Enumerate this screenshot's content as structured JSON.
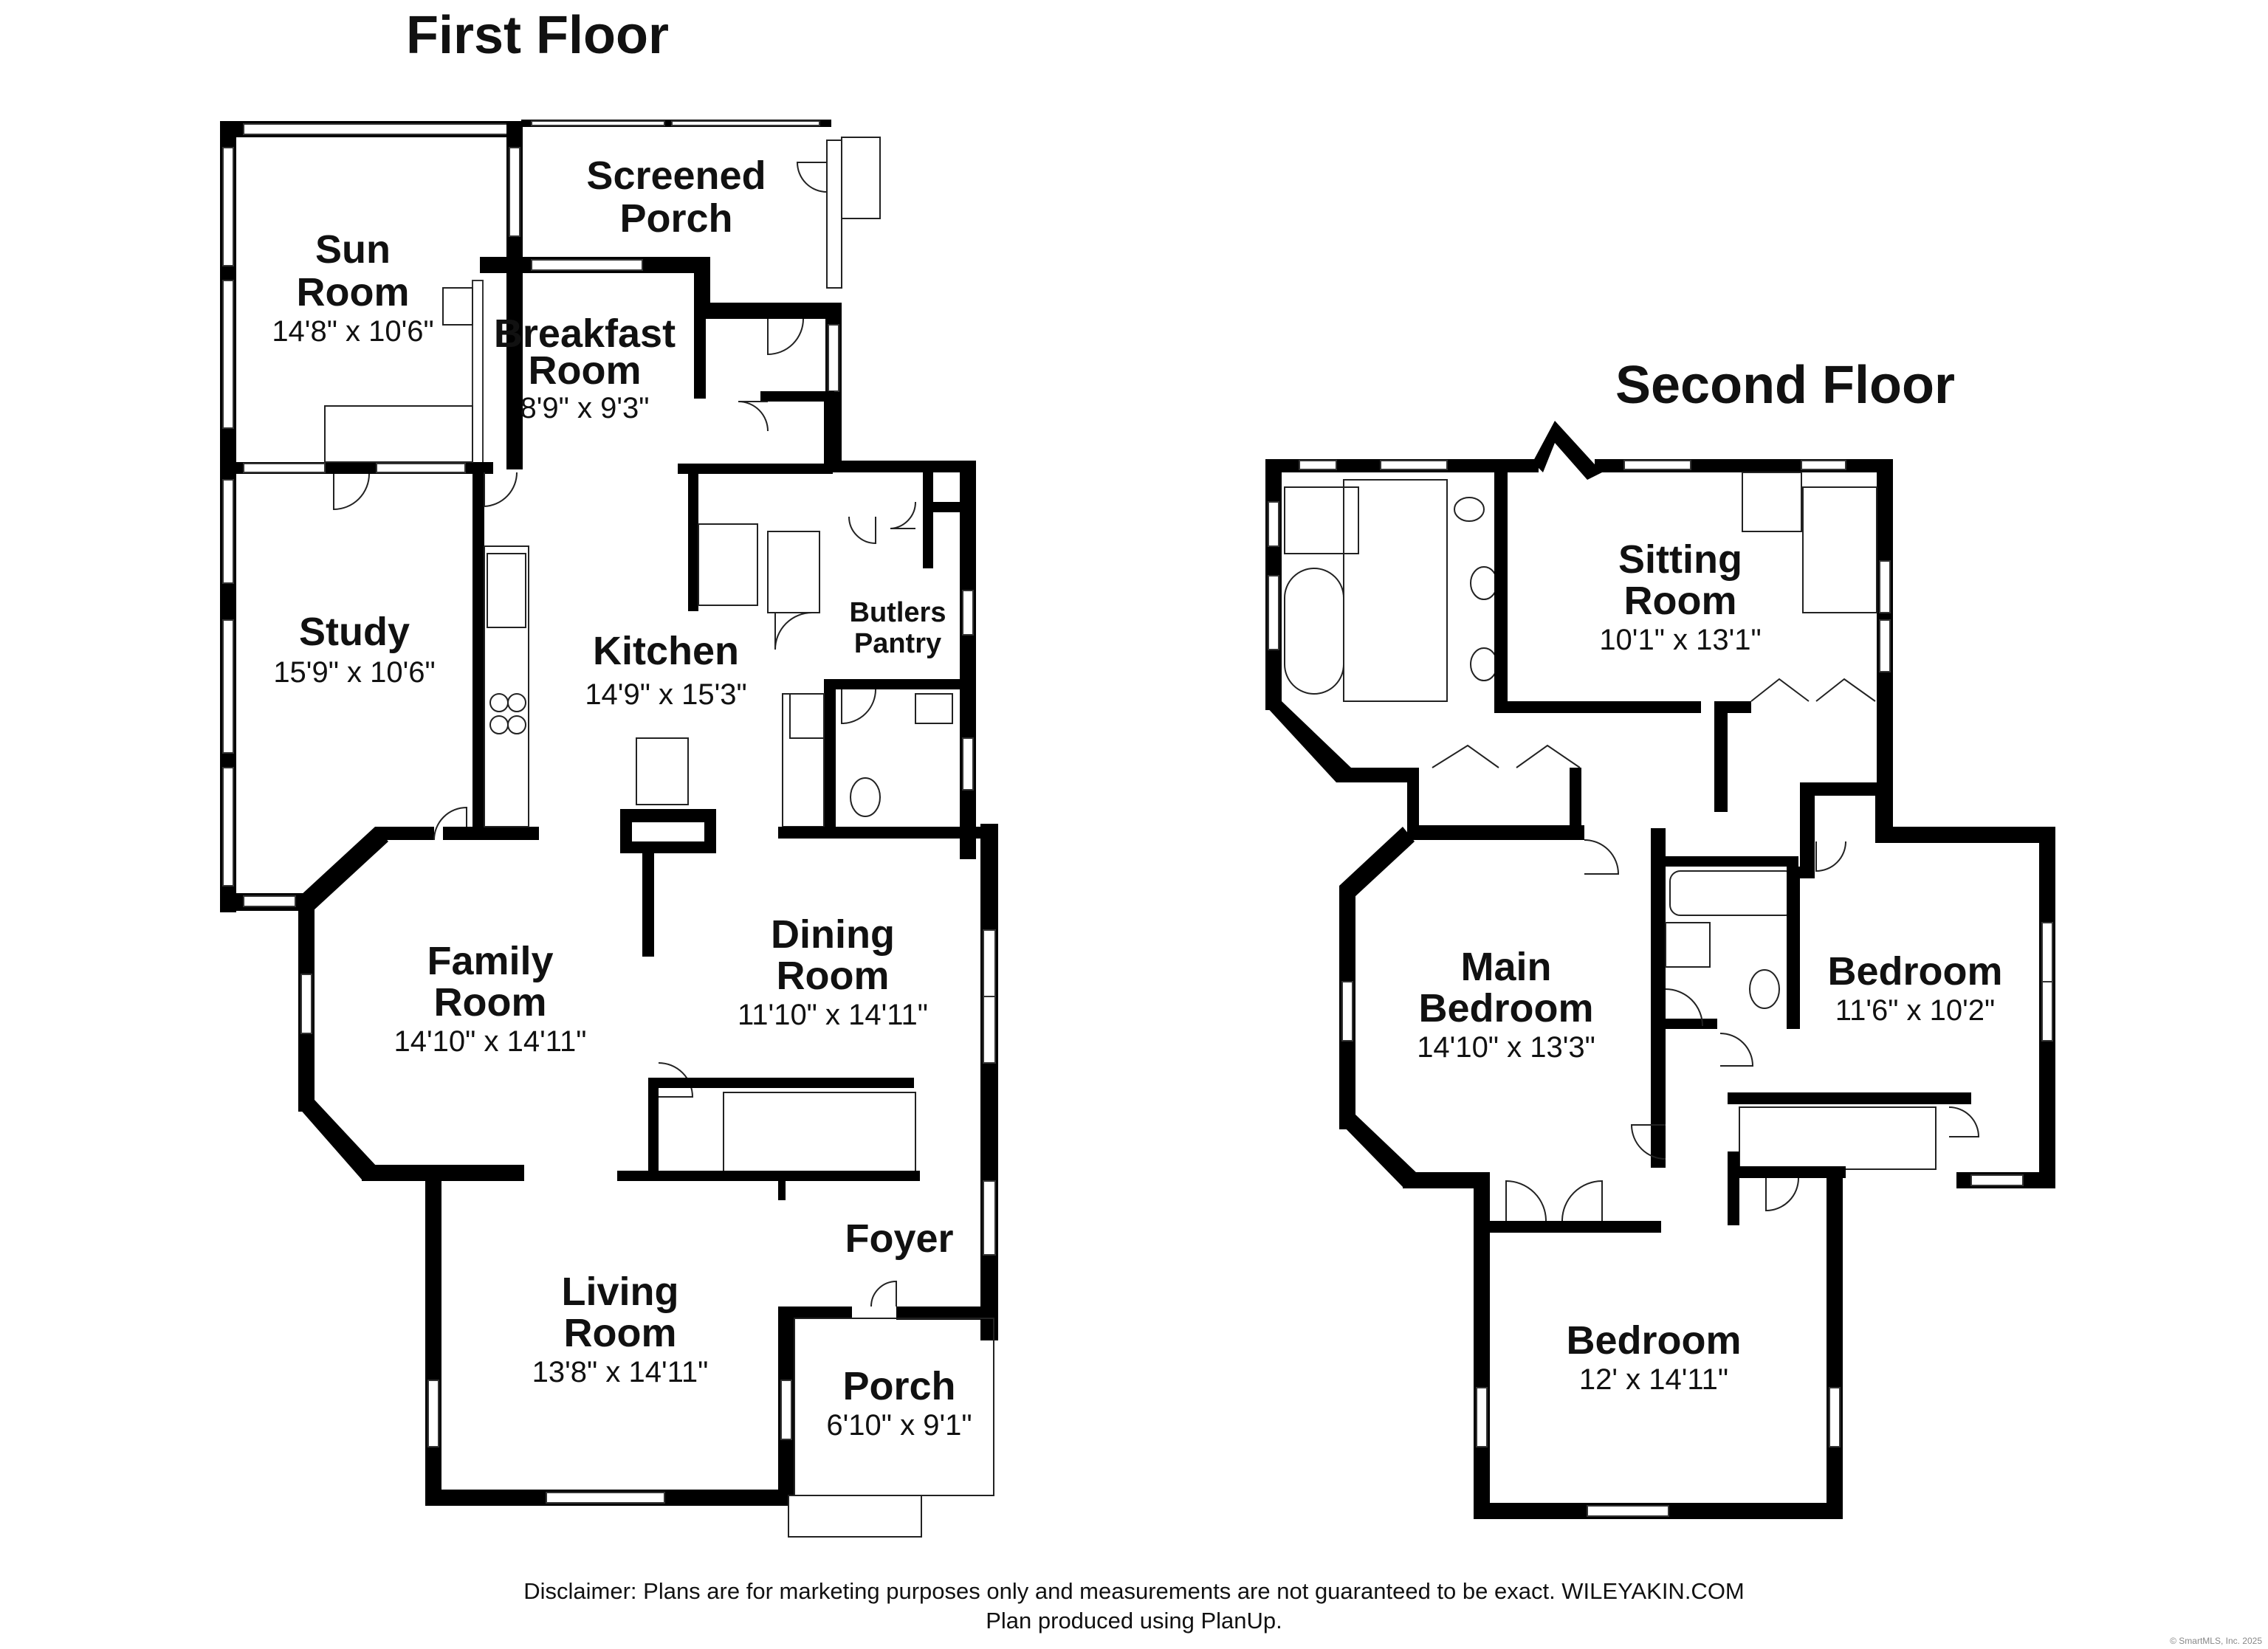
{
  "first_floor": {
    "title": "First Floor",
    "rooms": {
      "screened_porch": {
        "name_line1": "Screened",
        "name_line2": "Porch"
      },
      "sun_room": {
        "name_line1": "Sun",
        "name_line2": "Room",
        "dims": "14'8\" x 10'6\""
      },
      "breakfast_room": {
        "name_line1": "Breakfast",
        "name_line2": "Room",
        "dims": "8'9\" x 9'3\""
      },
      "study": {
        "name": "Study",
        "dims": "15'9\" x 10'6\""
      },
      "kitchen": {
        "name": "Kitchen",
        "dims": "14'9\" x 15'3\""
      },
      "butlers_pantry": {
        "name_line1": "Butlers",
        "name_line2": "Pantry"
      },
      "family_room": {
        "name_line1": "Family",
        "name_line2": "Room",
        "dims": "14'10\" x 14'11\""
      },
      "dining_room": {
        "name_line1": "Dining",
        "name_line2": "Room",
        "dims": "11'10\" x 14'11\""
      },
      "foyer": {
        "name": "Foyer"
      },
      "living_room": {
        "name_line1": "Living",
        "name_line2": "Room",
        "dims": "13'8\" x 14'11\""
      },
      "porch": {
        "name": "Porch",
        "dims": "6'10\" x 9'1\""
      }
    }
  },
  "second_floor": {
    "title": "Second Floor",
    "rooms": {
      "sitting_room": {
        "name_line1": "Sitting",
        "name_line2": "Room",
        "dims": "10'1\" x 13'1\""
      },
      "main_bedroom": {
        "name_line1": "Main",
        "name_line2": "Bedroom",
        "dims": "14'10\" x 13'3\""
      },
      "bedroom_east": {
        "name": "Bedroom",
        "dims": "11'6\" x 10'2\""
      },
      "bedroom_south": {
        "name": "Bedroom",
        "dims": "12' x 14'11\""
      }
    }
  },
  "footer": {
    "disclaimer": "Disclaimer: Plans are for marketing purposes only and measurements are not guaranteed to be exact. WILEYAKIN.COM",
    "produced_by": "Plan produced using PlanUp.",
    "copyright": "© SmartMLS, Inc. 2025"
  },
  "colors": {
    "wall": "#000000",
    "background": "#ffffff",
    "text": "#111111"
  }
}
